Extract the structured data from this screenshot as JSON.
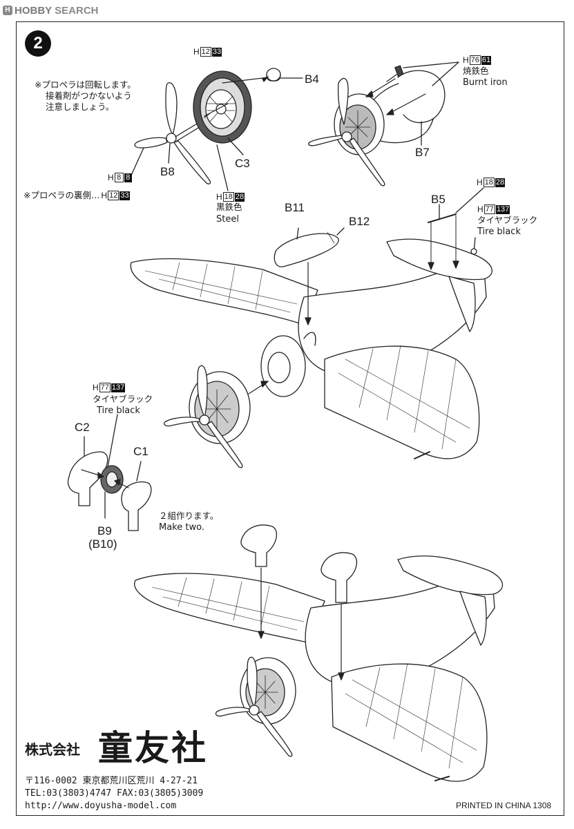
{
  "watermark": {
    "logo": "H",
    "brand": "HOBBY",
    "search": "SEARCH"
  },
  "step_number": "2",
  "notes": {
    "propeller_rotates": [
      "※プロペラは回転します。",
      "接着剤がつかないよう",
      "注意しましょう。"
    ],
    "propeller_back": "※プロペラの裏側…",
    "make_two_jp": "２組作ります。",
    "make_two_en": "Make two."
  },
  "colors": {
    "h12_33": {
      "prefix": "H",
      "box": "12",
      "fill": "33"
    },
    "h8_8": {
      "prefix": "H",
      "box": "8",
      "fill": "8"
    },
    "h18_28": {
      "prefix": "H",
      "box": "18",
      "fill": "28",
      "jp": "黒鉄色",
      "en": "Steel"
    },
    "h76_61": {
      "prefix": "H",
      "box": "76",
      "fill": "61",
      "jp": "焼鉄色",
      "en": "Burnt iron"
    },
    "h77_137": {
      "prefix": "H",
      "box": "77",
      "fill": "137",
      "jp": "タイヤブラック",
      "en": "Tire black"
    }
  },
  "parts": {
    "b4": "B4",
    "c3": "C3",
    "b8": "B8",
    "b7": "B7",
    "b5": "B5",
    "b11": "B11",
    "b12": "B12",
    "c2": "C2",
    "c1": "C1",
    "b9": "B9",
    "b10": "(B10)"
  },
  "footer": {
    "company": "株式会社",
    "brand": "童友社",
    "address": "〒116-0002 東京都荒川区荒川 4-27-21",
    "tel_fax": "TEL:03(3803)4747  FAX:03(3805)3009",
    "url": "http://www.doyusha-model.com",
    "printed": "PRINTED IN CHINA 1308"
  }
}
